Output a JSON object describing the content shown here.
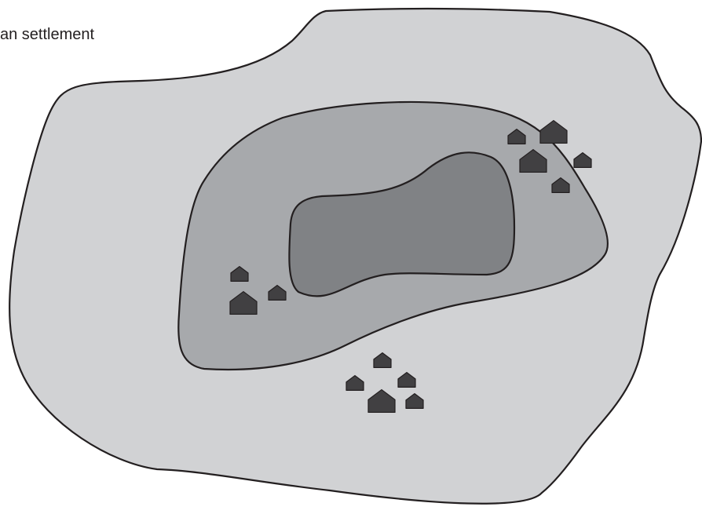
{
  "diagram": {
    "caption": "an settlement",
    "colors": {
      "outer_zone": "#d1d2d4",
      "middle_zone": "#a7a9ac",
      "inner_zone": "#808285",
      "house": "#414042",
      "outline": "#231f20",
      "background": "#ffffff"
    },
    "zones": [
      {
        "name": "outer-zone"
      },
      {
        "name": "middle-zone"
      },
      {
        "name": "inner-zone"
      }
    ],
    "house_groups": [
      {
        "name": "house-group-north-east",
        "count": 5
      },
      {
        "name": "house-group-west",
        "count": 3
      },
      {
        "name": "house-group-south",
        "count": 5
      }
    ]
  }
}
